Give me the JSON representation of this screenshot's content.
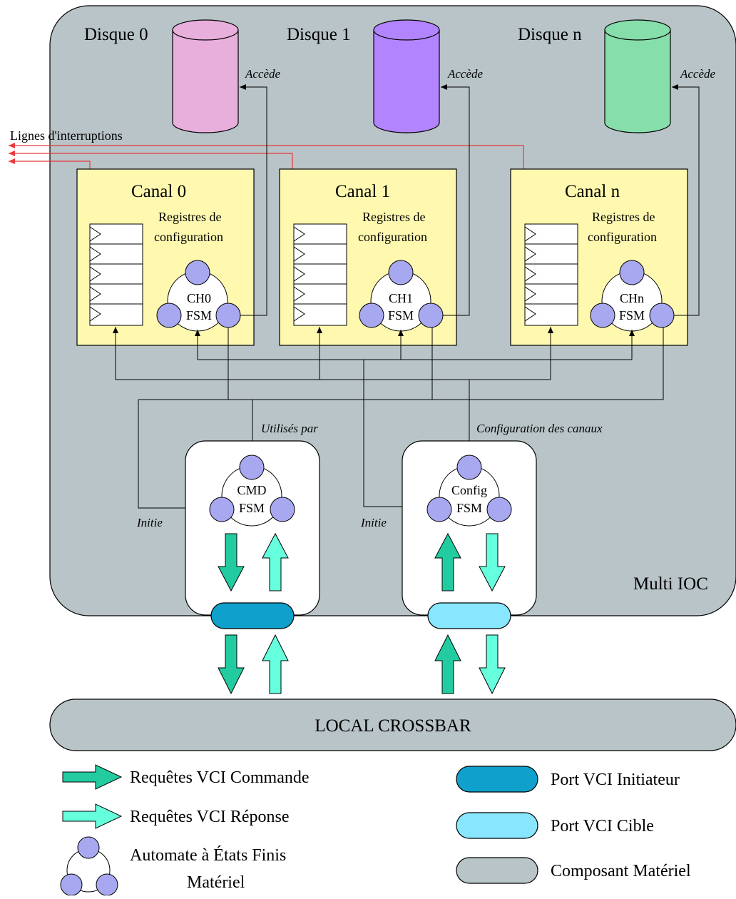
{
  "container_label": "Multi IOC",
  "crossbar_label": "LOCAL CROSSBAR",
  "interrupt_label": "Lignes d'interruptions",
  "disks": [
    {
      "label": "Disque 0",
      "access": "Accède",
      "color": "#E8AEDC"
    },
    {
      "label": "Disque 1",
      "access": "Accède",
      "color": "#B384FF"
    },
    {
      "label": "Disque n",
      "access": "Accède",
      "color": "#86DEAB"
    }
  ],
  "channels": [
    {
      "title": "Canal 0",
      "reg_line1": "Registres de",
      "reg_line2": "configuration",
      "fsm_line1": "CH0",
      "fsm_line2": "FSM"
    },
    {
      "title": "Canal 1",
      "reg_line1": "Registres de",
      "reg_line2": "configuration",
      "fsm_line1": "CH1",
      "fsm_line2": "FSM"
    },
    {
      "title": "Canal n",
      "reg_line1": "Registres de",
      "reg_line2": "configuration",
      "fsm_line1": "CHn",
      "fsm_line2": "FSM"
    }
  ],
  "cmd_block": {
    "fsm_line1": "CMD",
    "fsm_line2": "FSM",
    "used_by": "Utilisés par",
    "initiates": "Initie"
  },
  "config_block": {
    "fsm_line1": "Config",
    "fsm_line2": "FSM",
    "channel_config": "Configuration des canaux",
    "initiates": "Initie"
  },
  "legend": {
    "cmd_requests": "Requêtes VCI Commande",
    "rsp_requests": "Requêtes VCI Réponse",
    "fsm_line1": "Automate à États Finis",
    "fsm_line2": "Matériel",
    "initiator_port": "Port VCI Initiateur",
    "target_port": "Port VCI Cible",
    "hw_component": "Composant Matériel"
  },
  "colors": {
    "component": "#B8C4C7",
    "channel_bg": "#FFF9B0",
    "fsm_node": "#A8A8F0",
    "cmd_arrow": "#22CCA0",
    "rsp_arrow": "#66FFDD",
    "initiator_port": "#0FA0CC",
    "target_port": "#88E6FF",
    "interrupt": "#E8383A"
  }
}
